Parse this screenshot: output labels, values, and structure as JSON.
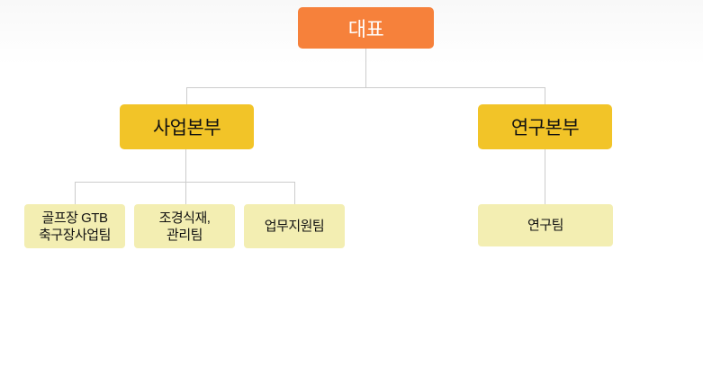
{
  "org": {
    "root": {
      "label": "대표"
    },
    "divisions": [
      {
        "label": "사업본부"
      },
      {
        "label": "연구본부"
      }
    ],
    "teams": [
      {
        "label": "골프장 GTB\n축구장사업팀",
        "parent": "사업본부"
      },
      {
        "label": "조경식재,\n관리팀",
        "parent": "사업본부"
      },
      {
        "label": "업무지원팀",
        "parent": "사업본부"
      },
      {
        "label": "연구팀",
        "parent": "연구본부"
      }
    ]
  },
  "colors": {
    "root-bg": "#f6813b",
    "root-text": "#ffffff",
    "division-bg": "#f2c428",
    "team-bg": "#f3eeb2",
    "node-text": "#111111",
    "line": "#cccccc"
  }
}
